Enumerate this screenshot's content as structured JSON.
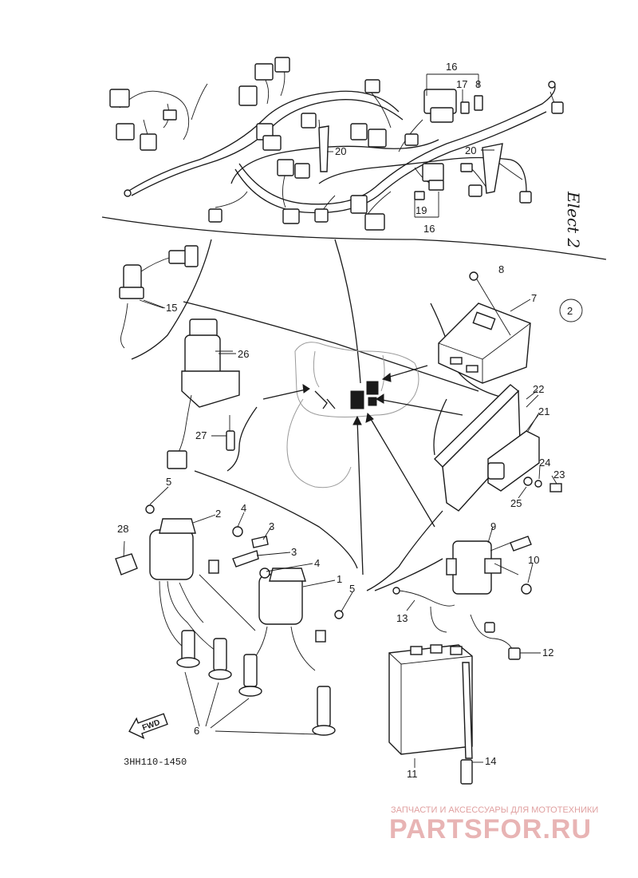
{
  "diagram": {
    "code": "3HH110-1450",
    "forward_label": "FWD",
    "handwritten_note": "Elect 2",
    "circled_mark": "2"
  },
  "watermark": {
    "line1": "ЗАПЧАСТИ И АКСЕССУАРЫ ДЛЯ МОТОТЕХНИКИ",
    "line2": "PARTSFOR.RU"
  },
  "callouts": {
    "n1": "1",
    "n2": "2",
    "n3a": "3",
    "n3b": "3",
    "n4a": "4",
    "n4b": "4",
    "n5a": "5",
    "n5b": "5",
    "n6": "6",
    "n7": "7",
    "n8a": "8",
    "n8b": "8",
    "n9": "9",
    "n10": "10",
    "n11": "11",
    "n12": "12",
    "n13": "13",
    "n14": "14",
    "n15": "15",
    "n16a": "16",
    "n16b": "16",
    "n17": "17",
    "n19": "19",
    "n20a": "20",
    "n20b": "20",
    "n21": "21",
    "n22": "22",
    "n23": "23",
    "n24": "24",
    "n25": "25",
    "n26": "26",
    "n27": "27",
    "n28": "28"
  },
  "colors": {
    "ink": "#1a1a1a",
    "watermark": "#e8b4b4"
  }
}
